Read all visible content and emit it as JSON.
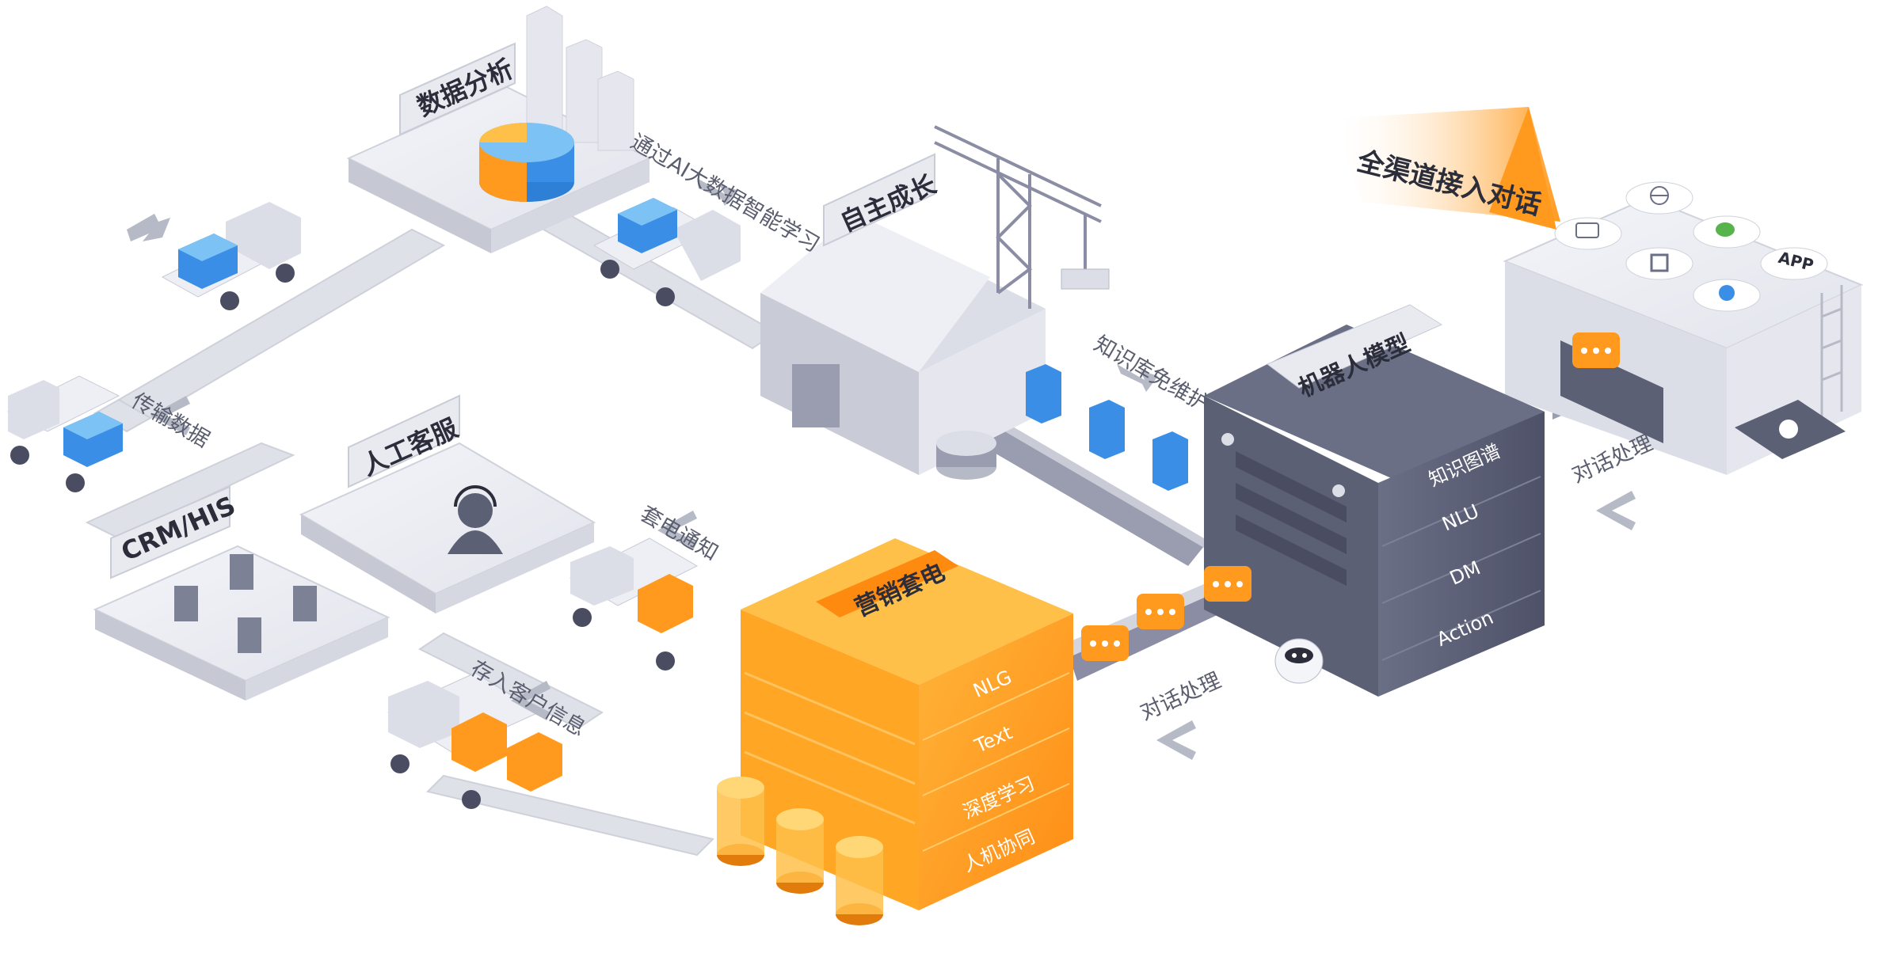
{
  "nodes": {
    "data_analysis": "数据分析",
    "self_growth": "自主成长",
    "robot_model": "机器人模型",
    "human_service": "人工客服",
    "crm_his": "CRM/HIS",
    "marketing_call": "营销套电"
  },
  "flows": {
    "ai_learning": "通过AI大数据智能学习",
    "kb_maintenance": "知识库免维护",
    "transfer_data": "传输数据",
    "call_notify": "套电通知",
    "store_customer": "存入客户信息",
    "dialog_processing_right": "对话处理",
    "dialog_processing_left": "对话处理"
  },
  "banner": "全渠道接入对话",
  "robot_layers": [
    "知识图谱",
    "NLU",
    "DM",
    "Action"
  ],
  "marketing_layers": [
    "NLG",
    "Text",
    "深度学习",
    "人机协同"
  ],
  "channel_icons": [
    "wallet-icon",
    "globe-icon",
    "wechat-icon",
    "qrcode-icon",
    "baidu-icon",
    "app-icon"
  ],
  "channel_app_label": "APP",
  "colors": {
    "orange": "#ff9a1f",
    "orange_light": "#ffc04a",
    "blue": "#3a8ee6",
    "blue_light": "#7cc2f5",
    "slate": "#5c6075",
    "slate_dark": "#4a4d61",
    "gray_surface": "#e9eaf0",
    "gray_side": "#c9cbd6"
  }
}
